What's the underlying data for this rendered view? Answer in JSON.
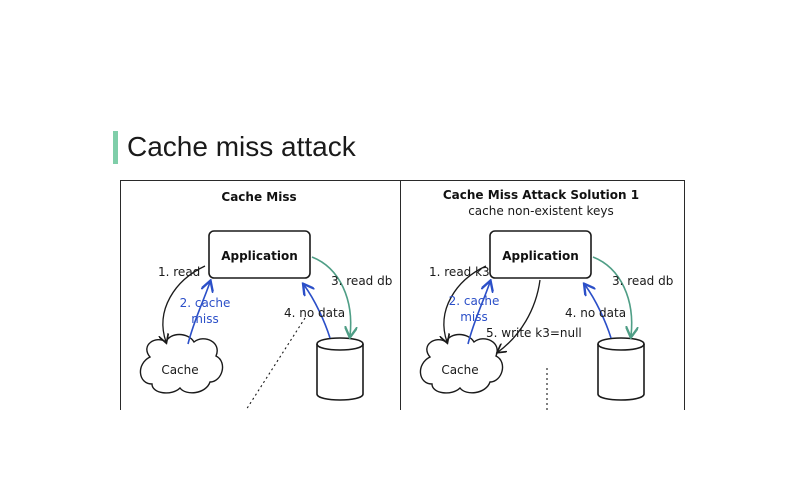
{
  "slide": {
    "title": "Cache miss attack",
    "accent": "#7fcea9"
  },
  "left_panel": {
    "title": "Cache Miss",
    "app_label": "Application",
    "cache_label": "Cache",
    "step1": "1. read",
    "step2_line1": "2. cache",
    "step2_line2": "miss",
    "step3": "3. read db",
    "step4": "4. no data"
  },
  "right_panel": {
    "title": "Cache Miss Attack Solution 1",
    "subtitle": "cache non-existent keys",
    "app_label": "Application",
    "cache_label": "Cache",
    "step1": "1. read k3",
    "step2_line1": "2. cache",
    "step2_line2": "miss",
    "step3": "3. read db",
    "step4": "4. no data",
    "step5": "5. write k3=null"
  },
  "colors": {
    "blue": "#2b4fc8",
    "green": "#4f9e86",
    "ink": "#1a1a1a"
  }
}
